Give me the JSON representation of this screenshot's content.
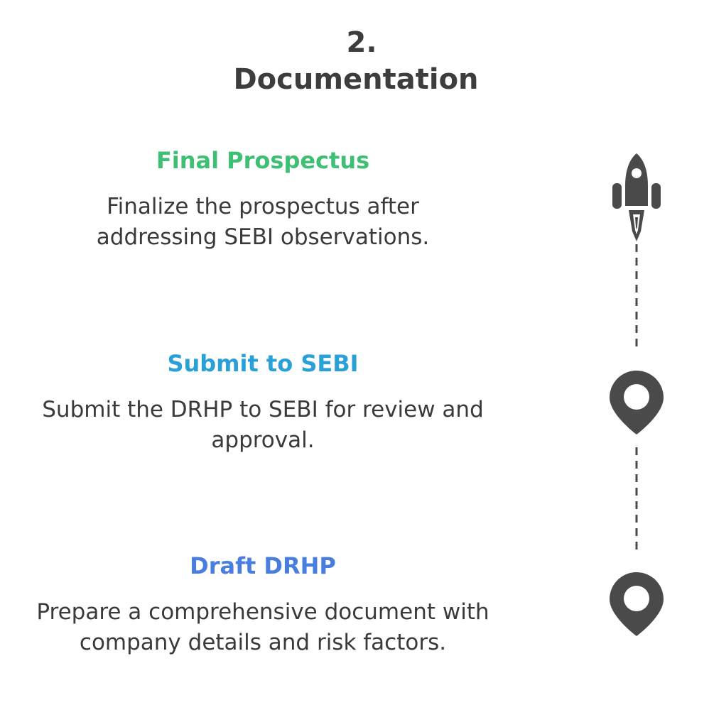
{
  "title": {
    "number": "2.",
    "text": "Documentation"
  },
  "colors": {
    "final": "#3dbf74",
    "submit": "#2aa0d8",
    "draft": "#4a7de0",
    "icon": "#4a4a4a"
  },
  "steps": [
    {
      "heading": "Final Prospectus",
      "description": "Finalize the prospectus after addressing SEBI observations.",
      "icon": "rocket-icon"
    },
    {
      "heading": "Submit to SEBI",
      "description": "Submit the DRHP to SEBI for review and approval.",
      "icon": "location-pin-icon"
    },
    {
      "heading": "Draft DRHP",
      "description": "Prepare a comprehensive document with company details and risk factors.",
      "icon": "location-pin-icon"
    }
  ]
}
